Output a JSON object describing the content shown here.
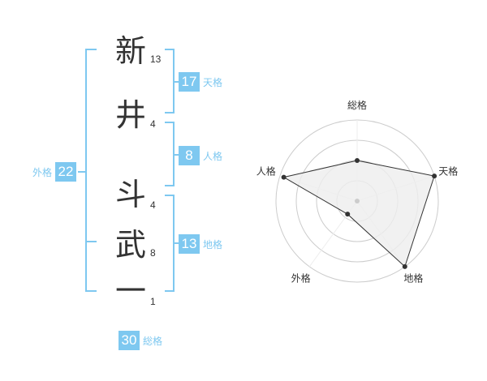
{
  "name": {
    "characters": [
      {
        "char": "新",
        "strokes": "13"
      },
      {
        "char": "井",
        "strokes": "4"
      },
      {
        "char": "斗",
        "strokes": "4"
      },
      {
        "char": "武",
        "strokes": "8"
      },
      {
        "char": "一",
        "strokes": "1"
      }
    ]
  },
  "fortunes": {
    "tenkaku": {
      "value": "17",
      "label": "天格"
    },
    "jinkaku": {
      "value": "8",
      "label": "人格"
    },
    "chikaku": {
      "value": "13",
      "label": "地格"
    },
    "gaikaku": {
      "value": "22",
      "label": "外格"
    },
    "soukaku": {
      "value": "30",
      "label": "総格"
    }
  },
  "colors": {
    "accent": "#7ec8f0",
    "text": "#333333",
    "grid": "#cccccc",
    "fill": "#eeeeee",
    "line": "#333333"
  },
  "chart_data": {
    "type": "radar",
    "axes": [
      "総格",
      "天格",
      "地格",
      "外格",
      "人格"
    ],
    "values": [
      0.5,
      1.0,
      1.0,
      0.2,
      0.95
    ],
    "rings": 4,
    "range": [
      0,
      1
    ]
  }
}
